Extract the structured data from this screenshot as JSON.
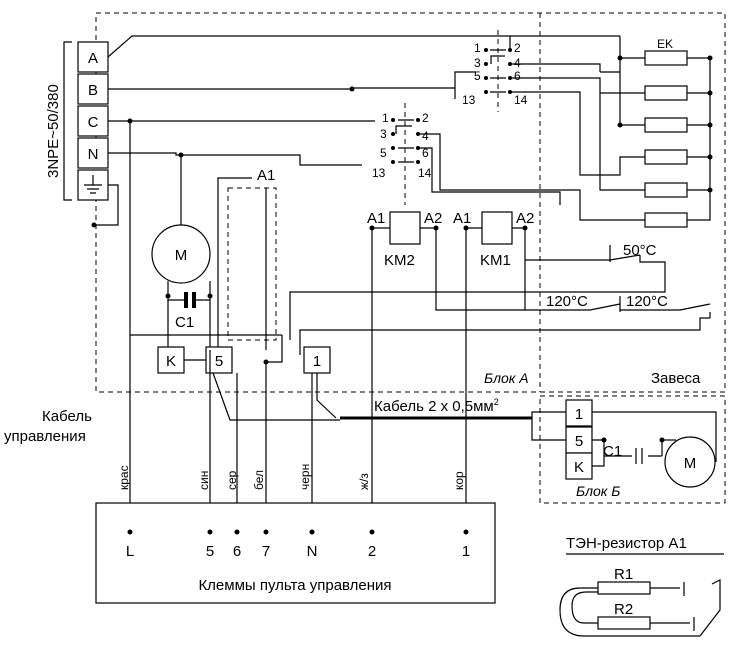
{
  "supply": {
    "label": "3NPE~50/380",
    "terminals": [
      "A",
      "B",
      "C",
      "N"
    ]
  },
  "heaters": {
    "label": "EK"
  },
  "contact_numbers": {
    "km1": [
      "1",
      "2",
      "3",
      "4",
      "5",
      "6",
      "13",
      "14"
    ],
    "km2": [
      "1",
      "2",
      "3",
      "4",
      "5",
      "6",
      "13",
      "14"
    ]
  },
  "contactors": [
    {
      "name": "KM2",
      "a1": "A1",
      "a2": "A2"
    },
    {
      "name": "KM1",
      "a1": "A1",
      "a2": "A2"
    }
  ],
  "thermostats": [
    {
      "label": "50°C"
    },
    {
      "label": "120°C"
    },
    {
      "label": "120°C"
    }
  ],
  "motor_a": {
    "label": "M",
    "cap": "C1"
  },
  "resistor_a1": {
    "label": "A1"
  },
  "block_a": {
    "label": "Блок А",
    "terminals": [
      "K",
      "5",
      "1"
    ]
  },
  "curtain_label": "Завеса",
  "cable_label": "Кабель 2 х 0,5мм",
  "cable_label_sup": "2",
  "control_cable_label": [
    "Кабель",
    "управления"
  ],
  "block_b": {
    "label": "Блок Б",
    "terminals": [
      "1",
      "5",
      "K"
    ],
    "motor": "M",
    "cap": "C1"
  },
  "wire_colors": [
    "крас",
    "син",
    "сер",
    "бел",
    "черн",
    "ж/з",
    "кор"
  ],
  "panel": {
    "terminals": [
      "L",
      "5",
      "6",
      "7",
      "N",
      "2",
      "1"
    ],
    "title": "Клеммы пульта управления"
  },
  "ten_resistor": {
    "title": "ТЭН-резистор А1",
    "r1": "R1",
    "r2": "R2"
  }
}
